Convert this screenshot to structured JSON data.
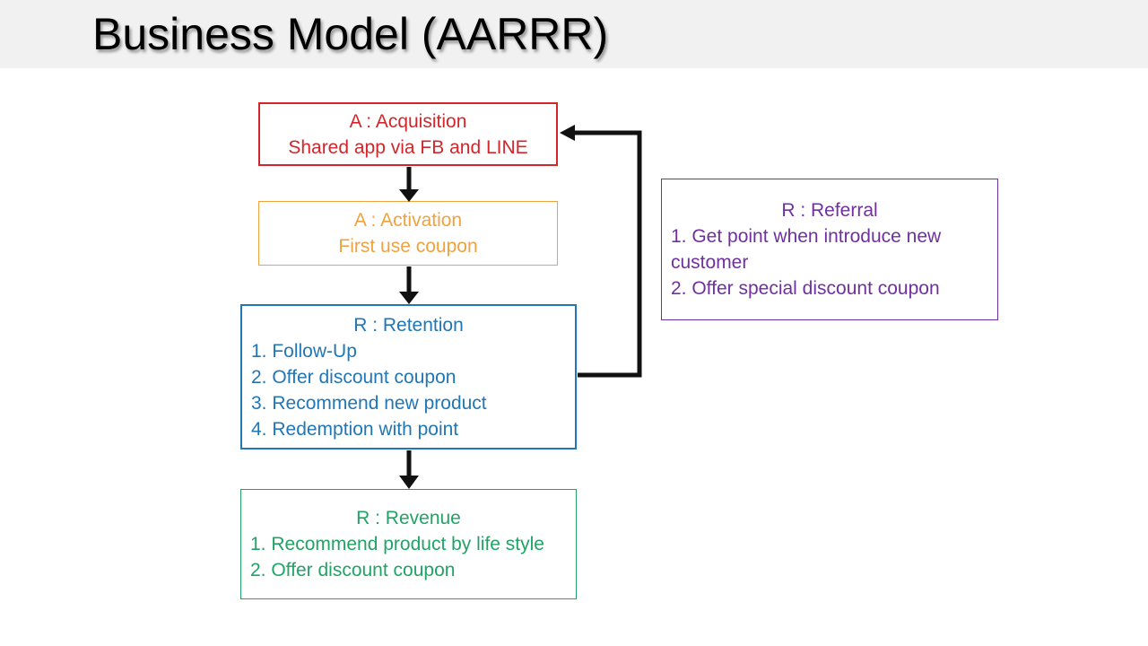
{
  "header": {
    "title": "Business Model (AARRR)",
    "background": "#F1F1F1"
  },
  "diagram": {
    "connector_color": "#111111",
    "boxes": [
      {
        "id": "acquisition",
        "title": "A : Acquisition",
        "lines": [
          "Shared app via FB and LINE"
        ],
        "color": "#D2262B"
      },
      {
        "id": "activation",
        "title": "A : Activation",
        "lines": [
          "First use coupon"
        ],
        "color": "#F0A23F"
      },
      {
        "id": "retention",
        "title": "R : Retention",
        "lines": [
          "1. Follow-Up",
          "2. Offer discount coupon",
          "3. Recommend new product",
          "4. Redemption with point"
        ],
        "color": "#2176B5"
      },
      {
        "id": "revenue",
        "title": "R : Revenue",
        "lines": [
          "1. Recommend product by life style",
          "2. Offer discount coupon"
        ],
        "color": "#21A366"
      },
      {
        "id": "referral",
        "title": "R : Referral",
        "lines": [
          "1. Get point when introduce new customer",
          "2. Offer special discount coupon"
        ],
        "color": "#7030A0"
      }
    ]
  }
}
